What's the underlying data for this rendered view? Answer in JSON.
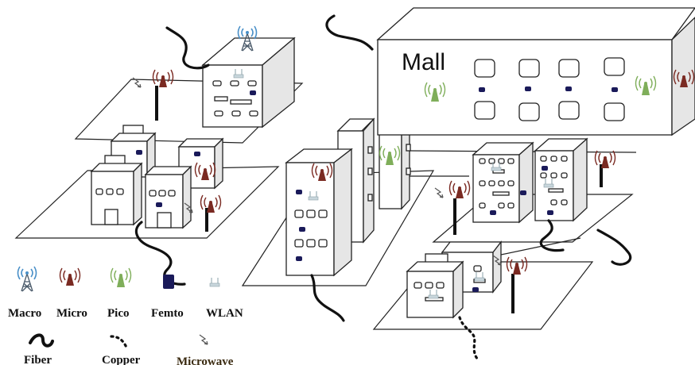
{
  "mall": {
    "label": "Mall"
  },
  "legend": {
    "row1": [
      "Macro",
      "Micro",
      "Pico",
      "Femto",
      "WLAN"
    ],
    "row2": [
      "Fiber",
      "Copper",
      "Microwave"
    ]
  },
  "colors": {
    "macro": "#4a90c8",
    "micro": "#7a2a22",
    "pico": "#7fae5a",
    "femto": "#1a1a5a",
    "wlan": "#b0c4cc",
    "fiber": "#111111",
    "copper": "#111111",
    "microwave": "#666666",
    "outline": "#222222"
  },
  "icons": [
    "macro-tower-icon",
    "micro-antenna-icon",
    "pico-antenna-icon",
    "femto-box-icon",
    "wlan-router-icon",
    "fiber-cable-icon",
    "copper-cable-icon",
    "microwave-link-icon"
  ]
}
